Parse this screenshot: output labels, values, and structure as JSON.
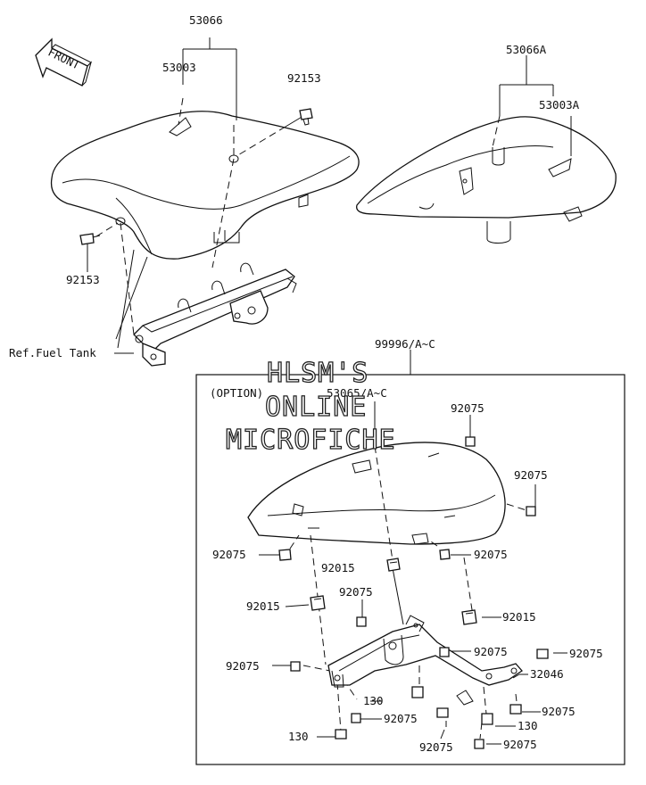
{
  "diagram": {
    "front_arrow_label": "FRONT",
    "option_label": "(OPTION)",
    "ref_label": "Ref.Fuel Tank",
    "watermark": [
      "HLSM'S",
      "ONLINE",
      "MICROFICHE"
    ],
    "callouts": {
      "c53066": "53066",
      "c53003": "53003",
      "c92153_top": "92153",
      "c92153_left": "92153",
      "c53066A": "53066A",
      "c53003A": "53003A",
      "c99996": "99996/A~C",
      "c53065": "53065/A~C",
      "c92075_a": "92075",
      "c92075_b": "92075",
      "c92075_c": "92075",
      "c92075_d": "92075",
      "c92015_a": "92015",
      "c92075_e": "92075",
      "c92015_b": "92015",
      "c92015_c": "92015",
      "c92075_f": "92075",
      "c92075_g": "92075",
      "c92075_h": "92075",
      "c32046": "32046",
      "c130_a": "130",
      "c92075_i": "92075",
      "c92075_j": "92075",
      "c130_b": "130",
      "c130_c": "130",
      "c92075_k": "92075",
      "c92075_l": "92075"
    }
  }
}
